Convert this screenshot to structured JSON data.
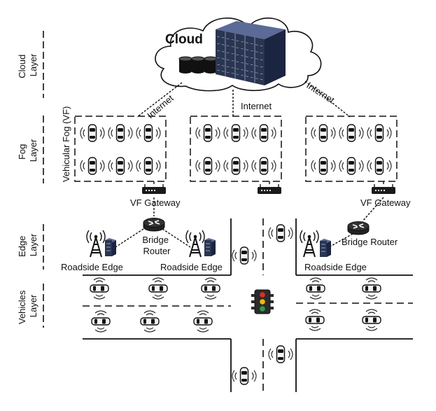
{
  "layers": {
    "cloud": [
      "Cloud",
      "Layer"
    ],
    "fog": [
      "Fog",
      "Layer"
    ],
    "edge": [
      "Edge",
      "Layer"
    ],
    "vehicles": [
      "Vehicles",
      "Layer"
    ]
  },
  "cloud": {
    "title": "Cloud"
  },
  "links": {
    "internet": "Internet"
  },
  "fog": {
    "vf_label": "Vehicular Fog (VF)",
    "gateway_label": "VF Gateway"
  },
  "edge": {
    "bridge_router_line1": "Bridge",
    "bridge_router_line2": "Router",
    "bridge_router_right": "Bridge Router",
    "roadside_edge": "Roadside Edge"
  },
  "colors": {
    "line": "#111111",
    "server": "#2a3550",
    "server_light": "#8fa0c8",
    "traffic_red": "#d93025",
    "traffic_yellow": "#f2b705",
    "traffic_green": "#2e9e44"
  },
  "icons": {
    "car": "car-top-view-icon",
    "gateway": "fog-gateway-icon",
    "router": "bridge-router-icon",
    "tower": "roadside-antenna-icon",
    "server": "edge-server-icon",
    "traffic_light": "traffic-light-icon"
  }
}
